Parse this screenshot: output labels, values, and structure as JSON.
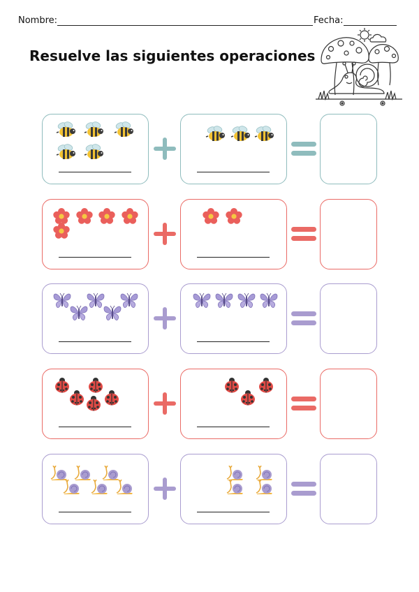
{
  "header": {
    "name_label": "Nombre:",
    "date_label": "Fecha:"
  },
  "title": "Resuelve las siguientes operaciones",
  "colors": {
    "teal": "#8fbcbd",
    "red": "#ea6a65",
    "purple": "#a99ccf"
  },
  "rows": [
    {
      "theme": "teal",
      "icon": "bee-icon",
      "left_count": 5,
      "right_count": 3
    },
    {
      "theme": "red",
      "icon": "flower-icon",
      "left_count": 5,
      "right_count": 2
    },
    {
      "theme": "purple",
      "icon": "butterfly-icon",
      "left_count": 5,
      "right_count": 4
    },
    {
      "theme": "red",
      "icon": "ladybug-icon",
      "left_count": 5,
      "right_count": 3
    },
    {
      "theme": "purple",
      "icon": "snail-icon",
      "left_count": 6,
      "right_count": 4
    }
  ]
}
